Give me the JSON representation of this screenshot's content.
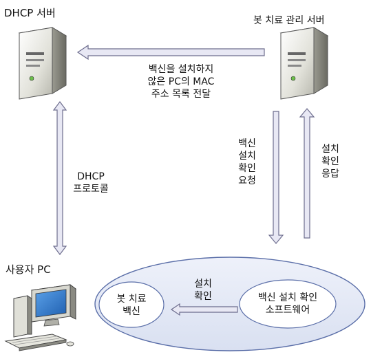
{
  "nodes": {
    "dhcp_server": {
      "label": "DHCP 서버"
    },
    "treatment_server": {
      "label": "봇 치료 관리 서버"
    },
    "user_pc": {
      "label": "사용자 PC"
    },
    "bot_vaccine": {
      "line1": "봇 치료",
      "line2": "백신"
    },
    "check_software": {
      "line1": "백신 설치 확인",
      "line2": "소프트웨어"
    }
  },
  "edges": {
    "mac_list": {
      "line1": "백신을 설치하지",
      "line2": "않은 PC의 MAC",
      "line3": "주소 목록 전달"
    },
    "dhcp_protocol": {
      "line1": "DHCP",
      "line2": "프로토콜"
    },
    "install_check_request": {
      "line1": "백신",
      "line2": "설치",
      "line3": "확인",
      "line4": "요청"
    },
    "install_check_response": {
      "line1": "설치",
      "line2": "확인",
      "line3": "응답"
    },
    "install_check": {
      "line1": "설치",
      "line2": "확인"
    }
  },
  "colors": {
    "arrow_fill": "#e8e8f4",
    "arrow_stroke": "#6d6d8e",
    "ellipse_fill": "#e4e9f6",
    "ellipse_stroke": "#5a6ea8",
    "server_body": "#d8d8d0",
    "server_dark": "#7a7a70"
  }
}
